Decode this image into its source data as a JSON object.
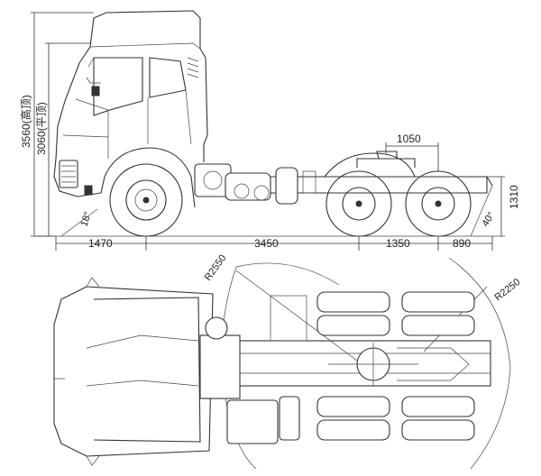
{
  "side_view": {
    "height_high_roof": "3560(高顶)",
    "height_flat_roof": "3060(平顶)",
    "overall_width_dim": "1310",
    "front_overhang": "1470",
    "wheelbase_1": "3450",
    "wheelbase_2": "1350",
    "rear_overhang": "890",
    "fifth_wheel_offset": "1050",
    "approach_angle": "18°",
    "departure_angle": "40°"
  },
  "top_view": {
    "front_swing_radius": "R2550",
    "rear_swing_radius": "R2250"
  }
}
